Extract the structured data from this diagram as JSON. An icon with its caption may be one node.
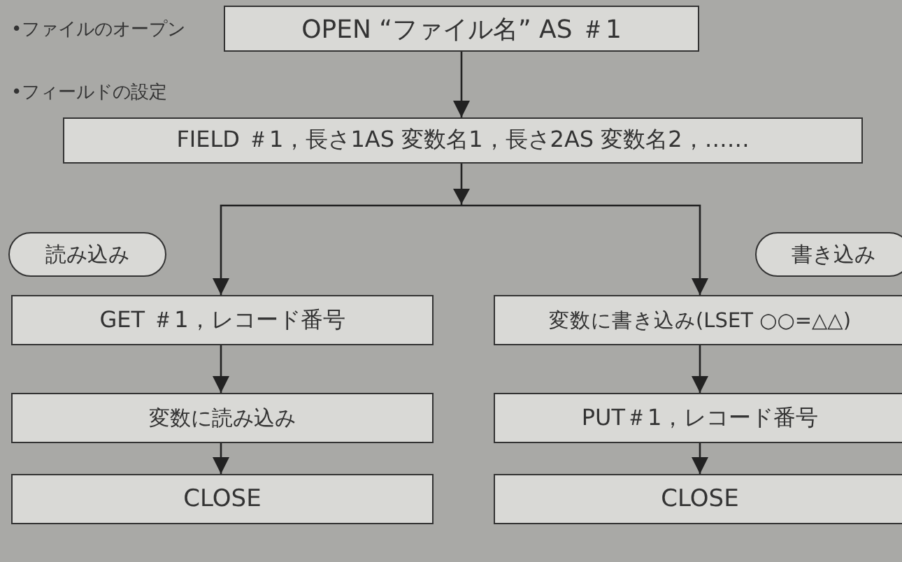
{
  "diagram": {
    "nodes": [
      {
        "text": [
          "OPEN “ファイル名” AS ＃1"
        ],
        "beside": [
          "•ファイルのオープン"
        ]
      },
      {
        "text": [
          "FIELD ＃1，長さ1AS 変数名1，長さ2AS 変数名2，……"
        ],
        "beside": [
          "•フィールドの設定"
        ]
      },
      {
        "text": [
          "読み込み"
        ]
      },
      {
        "text": [
          "書き込み"
        ]
      },
      {
        "text": [
          "GET ＃1，レコード番号"
        ]
      },
      {
        "text": [
          "変数に読み込み"
        ]
      },
      {
        "text": [
          "CLOSE"
        ]
      },
      {
        "text": [
          "変数に書き込み(LSET ○○=△△)"
        ]
      },
      {
        "text": [
          "PUT＃1，レコード番号"
        ]
      },
      {
        "text": [
          "CLOSE"
        ]
      }
    ],
    "edges": [
      {
        "from": 0,
        "to": 1,
        "arrow": "to"
      },
      {
        "from": 1,
        "to": 4,
        "arrow": "to"
      },
      {
        "from": 1,
        "to": 7,
        "arrow": "to"
      },
      {
        "from": 4,
        "to": 5,
        "arrow": "to"
      },
      {
        "from": 5,
        "to": 6,
        "arrow": "to"
      },
      {
        "from": 7,
        "to": 8,
        "arrow": "to"
      },
      {
        "from": 8,
        "to": 9,
        "arrow": "to"
      }
    ]
  }
}
